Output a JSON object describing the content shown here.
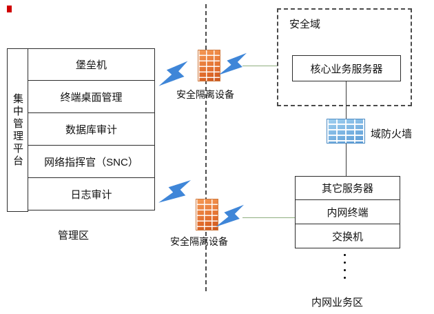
{
  "diagram": {
    "management_platform": {
      "side_label": "集中管理平台",
      "rows": [
        "堡垒机",
        "终端桌面管理",
        "数据库审计",
        "网络指挥官（SNC）",
        "日志审计"
      ],
      "zone_label": "管理区"
    },
    "isolation": {
      "device1_label": "安全隔离设备",
      "device2_label": "安全隔离设备"
    },
    "security_domain": {
      "label": "安全域",
      "server": "核心业务服务器",
      "firewall_label": "域防火墙"
    },
    "intranet": {
      "rows": [
        "其它服务器",
        "内网终端",
        "交换机"
      ],
      "zone_label": "内网业务区"
    },
    "colors": {
      "firewall_orange": "#e06a2b",
      "firewall_blue": "#5b9bd5",
      "lightning_blue": "#3f86d8",
      "connector_green": "#8fae7e",
      "marker_red": "#d00000"
    }
  }
}
